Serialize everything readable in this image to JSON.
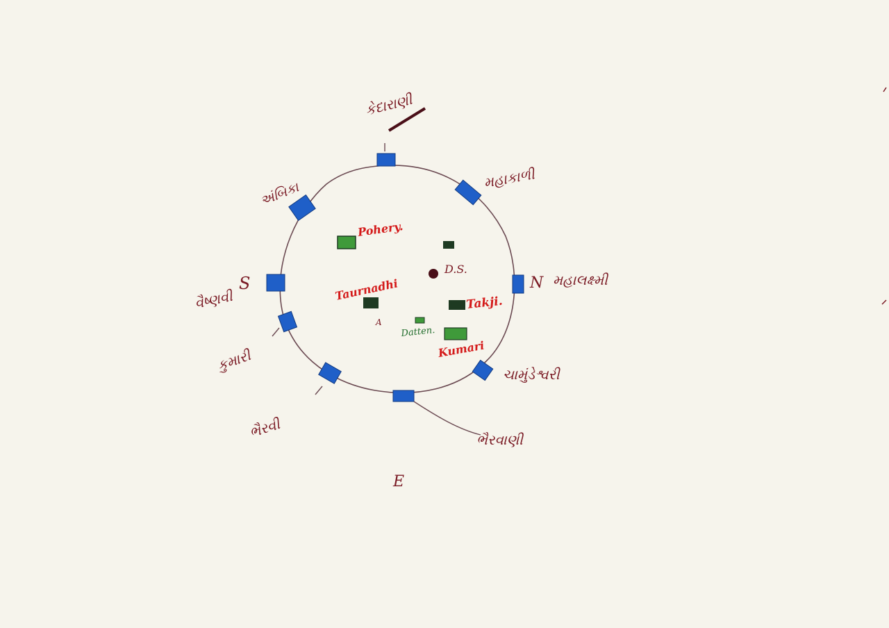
{
  "colors": {
    "paper": "#f6f4ec",
    "ink_outline": "#6b4a52",
    "gate_blue": "#1f5fc8",
    "shrine_dark": "#1e3a22",
    "shrine_green": "#3f9a3a",
    "label_maroon": "#7a1a24",
    "label_red": "#d41a1a",
    "label_green": "#1f6b2a"
  },
  "directions": {
    "north": "N",
    "south": "S",
    "east": "E"
  },
  "gates": [
    {
      "id": "gate-top",
      "label_lines": [
        "કેદારાણી",
        ""
      ]
    },
    {
      "id": "gate-top-right",
      "label_lines": [
        "મહાકાળી"
      ]
    },
    {
      "id": "gate-right",
      "label_lines": [
        "મહાલક્ષ્મી"
      ]
    },
    {
      "id": "gate-lower-right",
      "label_lines": [
        "ચામુંડેશ્વરી"
      ]
    },
    {
      "id": "gate-bottom",
      "label_lines": [
        "ભૈરવાણી"
      ]
    },
    {
      "id": "gate-lower-left",
      "label_lines": [
        "ભૈરવી"
      ]
    },
    {
      "id": "gate-left-low",
      "label_lines": [
        "કુમારી"
      ]
    },
    {
      "id": "gate-left",
      "label_lines": [
        "વૈષ્ણવી"
      ]
    },
    {
      "id": "gate-top-left",
      "label_lines": [
        "અંબિકા"
      ]
    }
  ],
  "inner_labels": {
    "pohery": "Pohery.",
    "ds": "D.S.",
    "taurnadhi": "Taurnadhi",
    "takji": "Takji.",
    "datten": "Datten.",
    "kumari": "Kumari",
    "a_mark": "A"
  }
}
